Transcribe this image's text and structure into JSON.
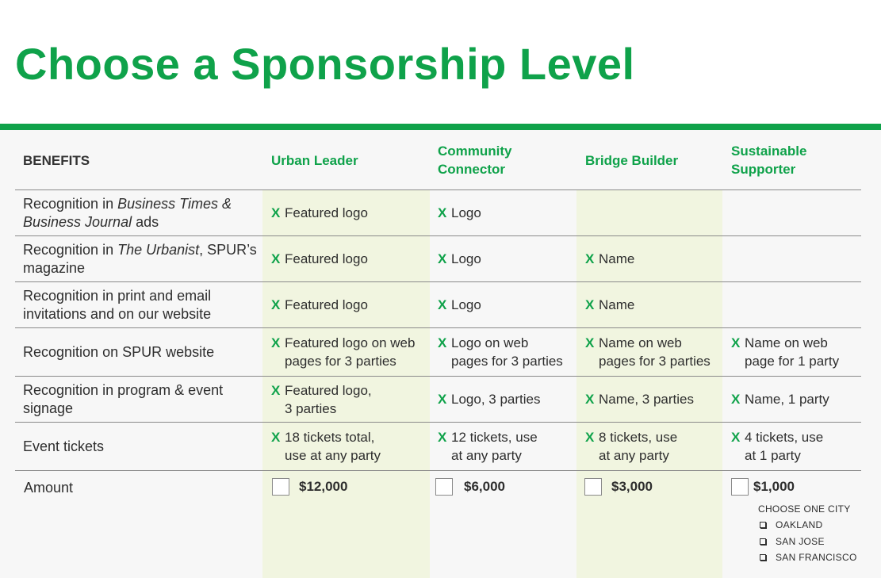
{
  "title": "Choose a Sponsorship Level",
  "headers": {
    "benefits": "BENEFITS",
    "levels": [
      "Urban Leader",
      "Community Connector",
      "Bridge Builder",
      "Sustainable Supporter"
    ]
  },
  "rows": [
    {
      "benefit_pre": "Recognition in ",
      "benefit_em": "Business Times & Business Journal",
      "benefit_post": " ads",
      "cells": [
        "Featured logo",
        "Logo",
        "",
        ""
      ]
    },
    {
      "benefit_pre": "Recognition in ",
      "benefit_em": "The Urbanist",
      "benefit_post": ", SPUR’s magazine",
      "cells": [
        "Featured logo",
        "Logo",
        "Name",
        ""
      ]
    },
    {
      "benefit_pre": "Recognition in print and email invitations and on our website",
      "benefit_em": "",
      "benefit_post": "",
      "cells": [
        "Featured logo",
        "Logo",
        "Name",
        ""
      ]
    },
    {
      "benefit_pre": "Recognition on SPUR website",
      "benefit_em": "",
      "benefit_post": "",
      "cells": [
        "Featured logo on web\npages for 3 parties",
        "Logo on web\npages for 3 parties",
        "Name on web\npages for 3 parties",
        "Name on web\npage for 1 party"
      ]
    },
    {
      "benefit_pre": "Recognition in program & event signage",
      "benefit_em": "",
      "benefit_post": "",
      "cells": [
        "Featured logo,\n3 parties",
        "Logo, 3 parties",
        "Name, 3 parties",
        "Name, 1 party"
      ]
    },
    {
      "benefit_pre": "Event tickets",
      "benefit_em": "",
      "benefit_post": "",
      "cells": [
        "18 tickets total,\nuse at any party",
        "12 tickets, use\nat any party",
        "8 tickets, use\nat any party",
        "4 tickets, use\nat 1 party"
      ]
    }
  ],
  "check_mark": "X",
  "amount_label": "Amount",
  "amounts": [
    "$12,000",
    "$6,000",
    "$3,000",
    "$1,000"
  ],
  "city_choice": {
    "label": "CHOOSE ONE CITY",
    "options": [
      "OAKLAND",
      "SAN JOSE",
      "SAN FRANCISCO"
    ]
  },
  "colors": {
    "brand_green": "#0fa24a",
    "column_shade": "#f1f5e0",
    "panel": "#f7f7f7"
  }
}
